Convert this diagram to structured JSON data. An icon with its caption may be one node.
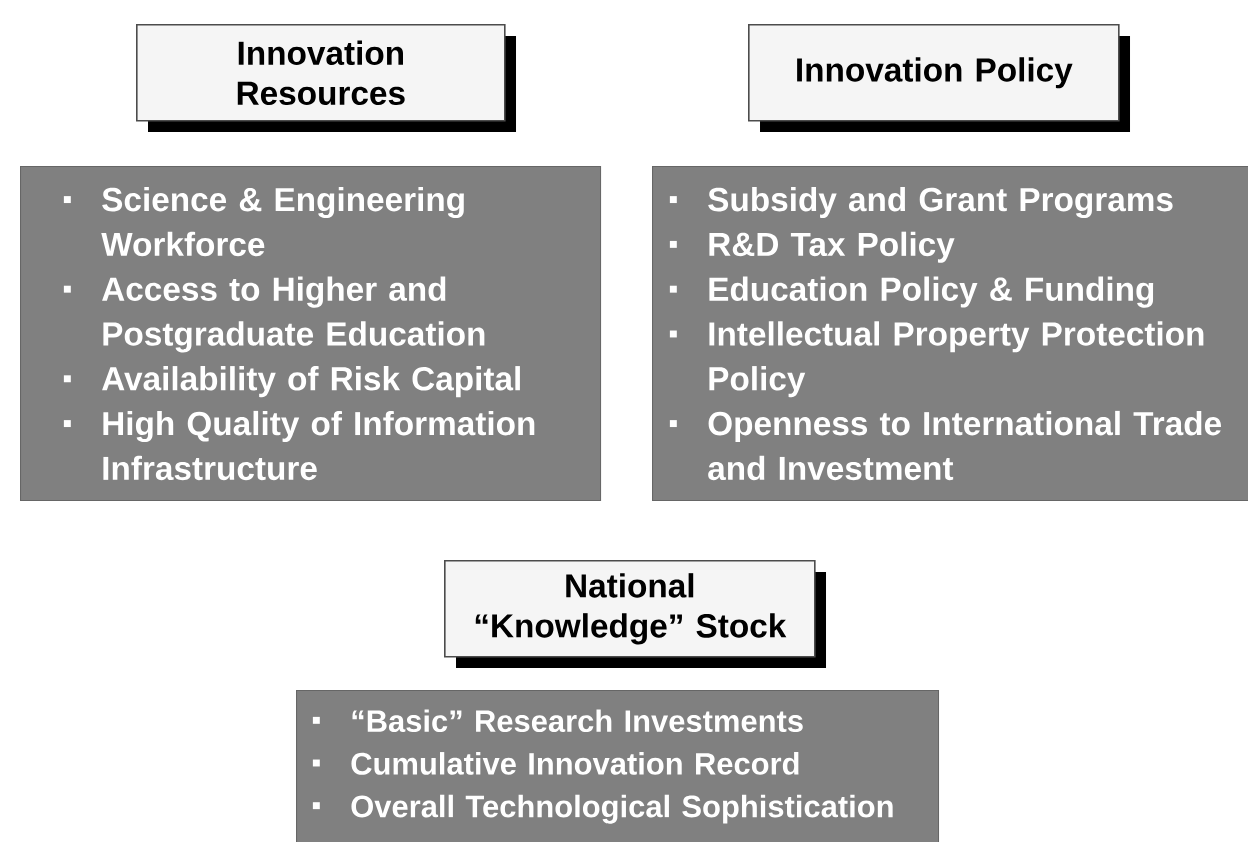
{
  "diagram": {
    "nodes": [
      {
        "text": [
          "Innovation Resources"
        ]
      },
      {
        "text": [
          "Innovation Policy"
        ]
      },
      {
        "text": [
          "Science & Engineering Workforce",
          "Access to Higher and Postgraduate Education",
          "Availability of Risk Capital",
          "High Quality of Information Infrastructure"
        ]
      },
      {
        "text": [
          "Subsidy and Grant Programs",
          "R&D Tax Policy",
          "Education Policy & Funding",
          "Intellectual Property Protection Policy",
          "Openness to International Trade and Investment"
        ]
      },
      {
        "text": [
          "National “Knowledge” Stock"
        ]
      },
      {
        "text": [
          "“Basic” Research Investments",
          "Cumulative Innovation Record",
          "Overall Technological Sophistication"
        ]
      }
    ]
  }
}
